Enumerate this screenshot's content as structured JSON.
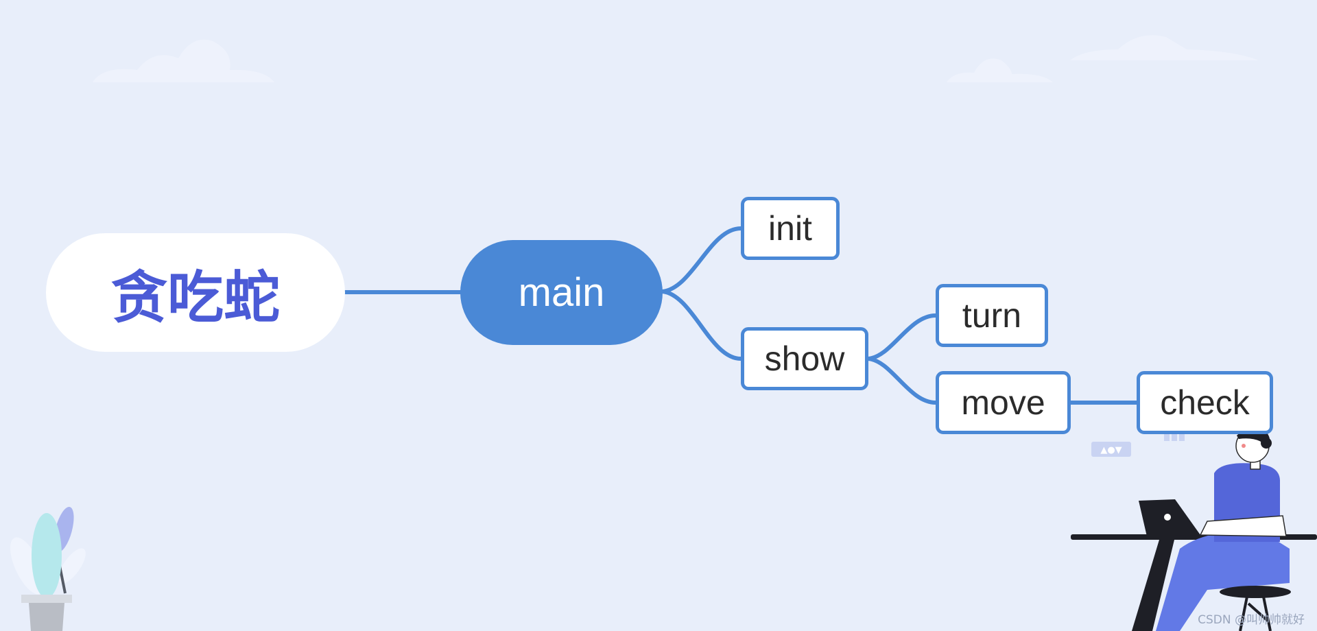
{
  "diagram": {
    "type": "mind-map",
    "root": {
      "label": "贪吃蛇"
    },
    "nodes": {
      "main": {
        "label": "main"
      },
      "init": {
        "label": "init"
      },
      "show": {
        "label": "show"
      },
      "turn": {
        "label": "turn"
      },
      "move": {
        "label": "move"
      },
      "check": {
        "label": "check"
      }
    },
    "edges": [
      [
        "root",
        "main"
      ],
      [
        "main",
        "init"
      ],
      [
        "main",
        "show"
      ],
      [
        "show",
        "turn"
      ],
      [
        "show",
        "move"
      ],
      [
        "move",
        "check"
      ]
    ],
    "colors": {
      "background": "#e8eefa",
      "accent": "#4a88d6",
      "root_text": "#4b5bd6",
      "node_fill": "#ffffff",
      "node_text": "#2b2b2b"
    }
  },
  "decorations": {
    "icons": [
      "cloud-icon",
      "plant-illustration",
      "person-at-laptop-illustration"
    ]
  },
  "watermark": {
    "text": "CSDN @叫帅帅就好"
  }
}
